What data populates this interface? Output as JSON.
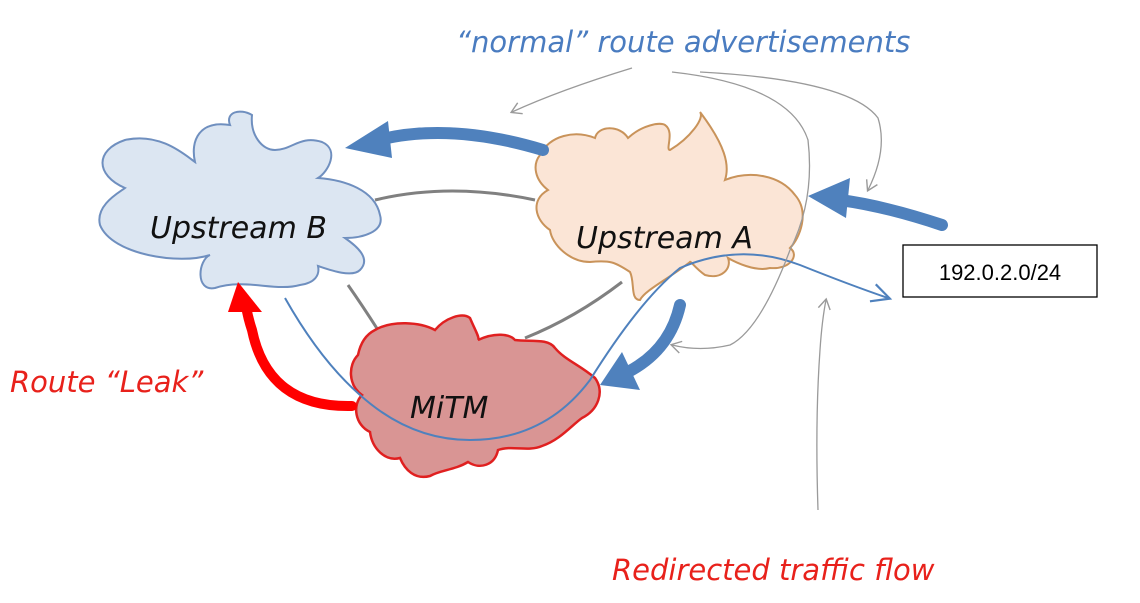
{
  "nodes": {
    "upstream_b": "Upstream B",
    "upstream_a": "Upstream A",
    "mitm": "MiTM"
  },
  "prefix": "192.0.2.0/24",
  "annotations": {
    "normal_routes": "“normal” route advertisements",
    "route_leak": "Route “Leak”",
    "redirected_traffic": "Redirected traffic flow"
  },
  "colors": {
    "blue_text": "#4a7cc0",
    "red_text": "#e8211b",
    "blue_arrow": "#4f81bd",
    "red_arrow": "#ff0000",
    "cloud_b_fill": "#dce6f2",
    "cloud_b_stroke": "#6f8fbf",
    "cloud_a_fill": "#fbe5d6",
    "cloud_a_stroke": "#c9935a",
    "cloud_mitm_fill": "#d99594",
    "cloud_mitm_stroke": "#e02020",
    "link_gray": "#808080"
  }
}
